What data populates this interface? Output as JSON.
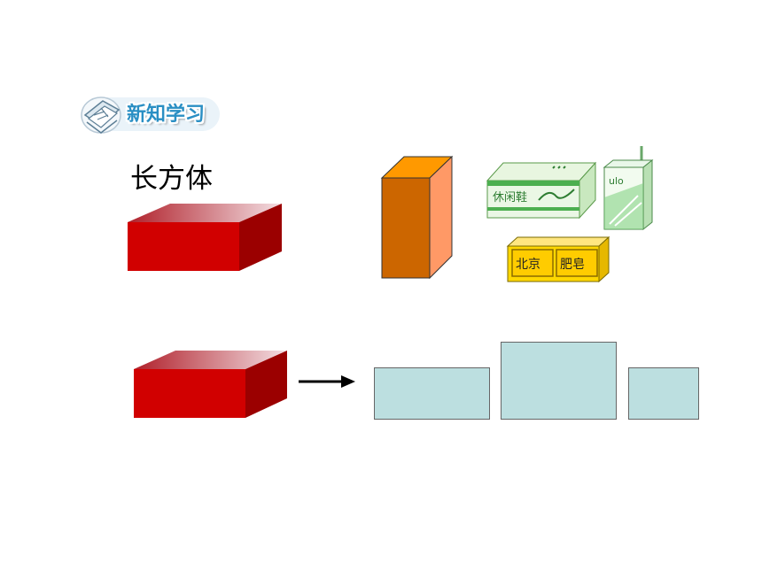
{
  "header": {
    "badge_title": "新知学习"
  },
  "section": {
    "title": "长方体"
  },
  "examples": {
    "shoe_box_label": "休闲鞋",
    "soap_box_labels": [
      "北京",
      "肥皂"
    ],
    "milk_box_label": "ulo"
  },
  "colors": {
    "cuboid_front": "#d10000",
    "cuboid_side": "#9b0000",
    "net_face": "#bcdfe0",
    "pillar_front": "#cc6600",
    "pillar_side": "#ff9966"
  }
}
